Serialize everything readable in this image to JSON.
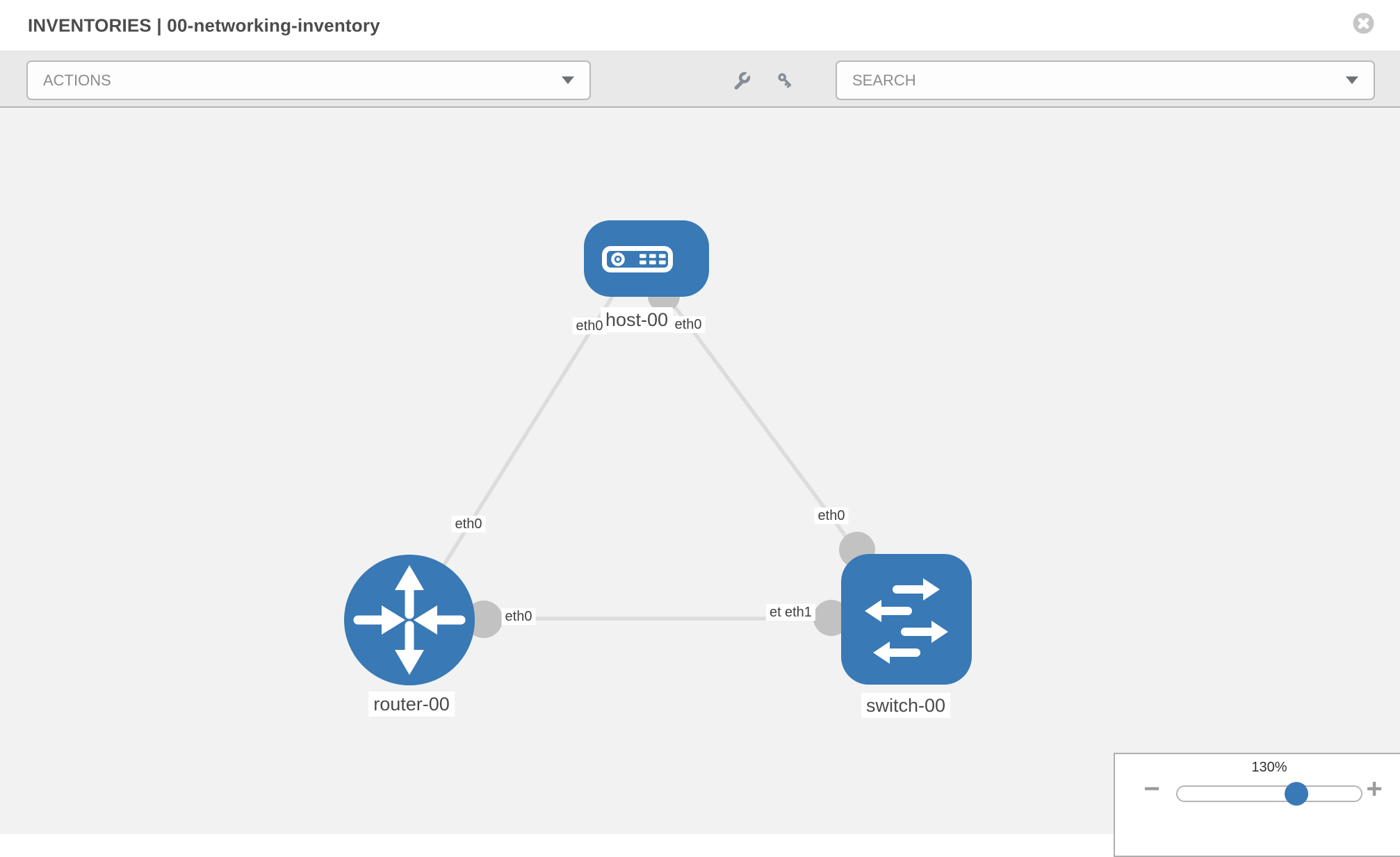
{
  "header": {
    "title": "INVENTORIES | 00-networking-inventory"
  },
  "toolbar": {
    "actions_placeholder": "ACTIONS",
    "search_placeholder": "SEARCH"
  },
  "icons": {
    "close": "close-circle-icon (gray circle, white x)",
    "wrench": "wrench-icon",
    "key": "key-icon",
    "actions_caret": "chevron-down-icon",
    "search_caret": "chevron-down-icon",
    "host": "host-device-icon",
    "router": "router-arrows-icon",
    "switch": "switch-arrows-icon",
    "zoom_out": "minus-icon",
    "zoom_in": "plus-icon"
  },
  "topology": {
    "nodes": [
      {
        "name": "host-00",
        "type": "host"
      },
      {
        "name": "router-00",
        "type": "router"
      },
      {
        "name": "switch-00",
        "type": "switch"
      }
    ],
    "links": [
      {
        "source": "host-00",
        "source_interface": "eth0",
        "target": "router-00",
        "target_interface": "eth0"
      },
      {
        "source": "host-00",
        "source_interface": "eth0",
        "target": "switch-00",
        "target_interface": "eth0"
      },
      {
        "source": "router-00",
        "source_interface": "eth0",
        "target": "switch-00",
        "target_interface": "eth1",
        "target_interface_overlapped": "eth0"
      }
    ]
  },
  "zoom_control": {
    "level": "130%",
    "minus_label": "−",
    "plus_label": "+"
  },
  "colors": {
    "node_blue": "#3979b5",
    "connector_gray": "#c2c2c2",
    "link_gray": "#dcdcdc",
    "canvas_bg": "#f2f2f2",
    "toolbar_bg": "#e9e9e9",
    "icon_gray": "#868d96"
  }
}
